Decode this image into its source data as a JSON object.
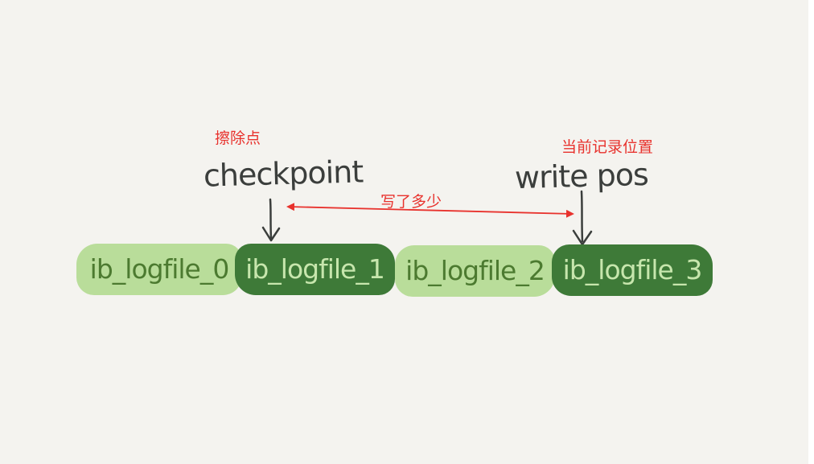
{
  "annotations": {
    "erase_point": "擦除点",
    "current_position": "当前记录位置",
    "written_amount": "写了多少"
  },
  "pointers": {
    "checkpoint": "checkpoint",
    "write_pos": "write pos"
  },
  "log_files": [
    {
      "name": "ib_logfile_0",
      "state": "light"
    },
    {
      "name": "ib_logfile_1",
      "state": "dark"
    },
    {
      "name": "ib_logfile_2",
      "state": "light"
    },
    {
      "name": "ib_logfile_3",
      "state": "dark"
    }
  ],
  "colors": {
    "annotation": "#e8322d",
    "handwriting": "#3b3e3c",
    "file_light": "#b9dd9a",
    "file_dark": "#3e7a38",
    "background": "#f4f3ef"
  }
}
